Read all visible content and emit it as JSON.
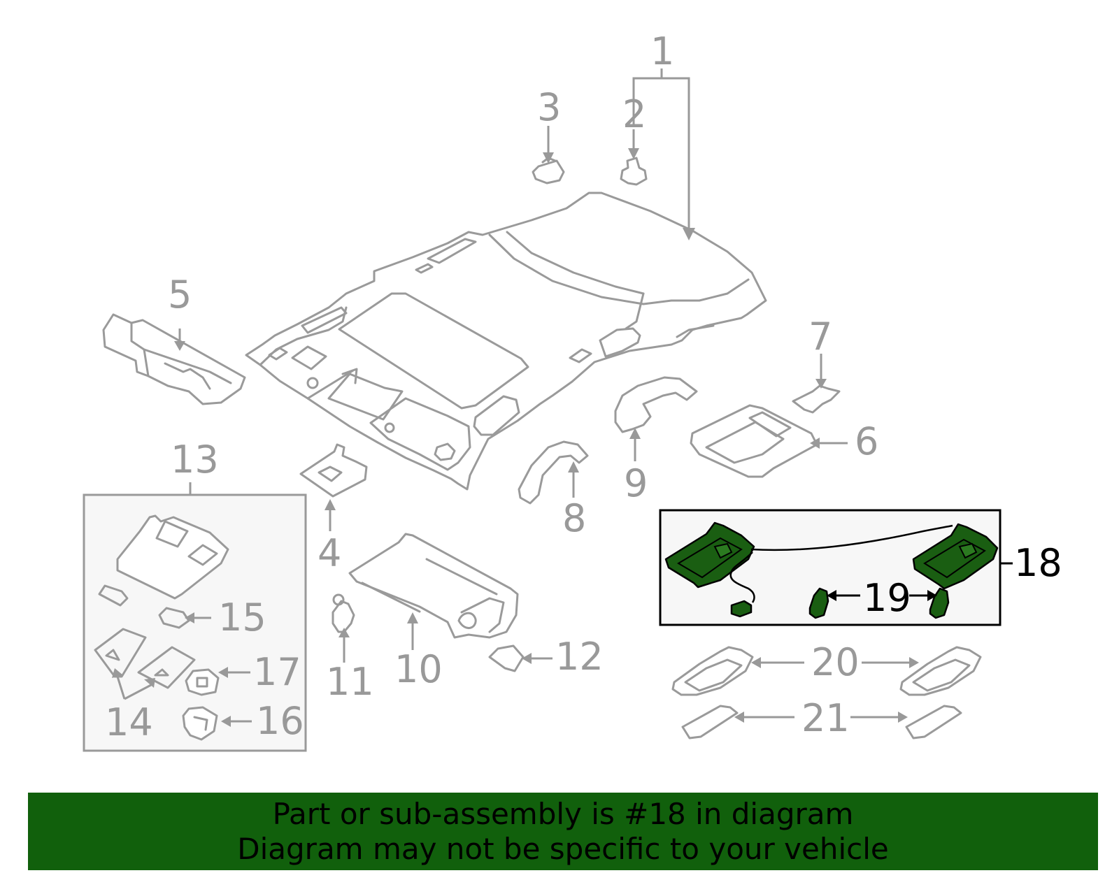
{
  "callouts": {
    "c1": "1",
    "c2": "2",
    "c3": "3",
    "c4": "4",
    "c5": "5",
    "c6": "6",
    "c7": "7",
    "c8": "8",
    "c9": "9",
    "c10": "10",
    "c11": "11",
    "c12": "12",
    "c13": "13",
    "c14": "14",
    "c15": "15",
    "c16": "16",
    "c17": "17",
    "c18": "18",
    "c19": "19",
    "c20": "20",
    "c21": "21"
  },
  "highlight": {
    "part_number": "18",
    "color": "#1a5e12"
  },
  "banner": {
    "line1": "Part or sub-assembly is #18 in diagram",
    "line2": "Diagram may not be specific to your vehicle",
    "background": "#11600c"
  }
}
